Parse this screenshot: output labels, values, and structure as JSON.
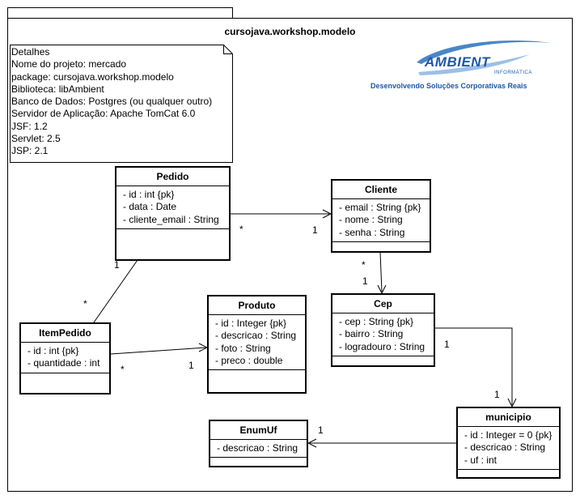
{
  "package": {
    "name": "cursojava.workshop.modelo"
  },
  "note": {
    "lines": [
      "Detalhes",
      "Nome do projeto:  mercado",
      "package: cursojava.workshop.modelo",
      "Biblioteca: libAmbient",
      "Banco de Dados: Postgres (ou qualquer outro)",
      "Servidor de Aplicação: Apache TomCat 6.0",
      "JSF: 1.2",
      "Servlet: 2.5",
      "JSP: 2.1"
    ]
  },
  "logo": {
    "name": "AMBIENT",
    "sub": "INFORMÁTICA",
    "tagline": "Desenvolvendo Soluções Corporativas Reais",
    "color": "#1e58a8"
  },
  "classes": {
    "pedido": {
      "name": "Pedido",
      "attrs": [
        "- id : int {pk}",
        "- data : Date",
        "- cliente_email : String"
      ]
    },
    "cliente": {
      "name": "Cliente",
      "attrs": [
        "- email : String {pk}",
        "- nome : String",
        "- senha : String"
      ]
    },
    "produto": {
      "name": "Produto",
      "attrs": [
        "- id : Integer {pk}",
        "- descricao : String",
        "- foto : String",
        "- preco : double"
      ]
    },
    "cep": {
      "name": "Cep",
      "attrs": [
        "- cep : String {pk}",
        "- bairro : String",
        "- logradouro : String"
      ]
    },
    "itempedido": {
      "name": "ItemPedido",
      "attrs": [
        "- id : int {pk}",
        "- quantidade : int"
      ]
    },
    "enumuf": {
      "name": "EnumUf",
      "attrs": [
        "- descricao : String"
      ]
    },
    "municipio": {
      "name": "municipio",
      "attrs": [
        "- id : Integer = 0 {pk}",
        "- descricao : String",
        "- uf : int"
      ]
    }
  },
  "multiplicities": {
    "pedido_cliente_src": "*",
    "pedido_cliente_dst": "1",
    "pedido_item_src": "1",
    "pedido_item_dst": "*",
    "item_produto_src": "*",
    "item_produto_dst": "1",
    "cliente_cep_src": "*",
    "cliente_cep_dst": "1",
    "cep_municipio_src": "1",
    "cep_municipio_dst": "1",
    "municipio_enumuf_dst": "1"
  }
}
